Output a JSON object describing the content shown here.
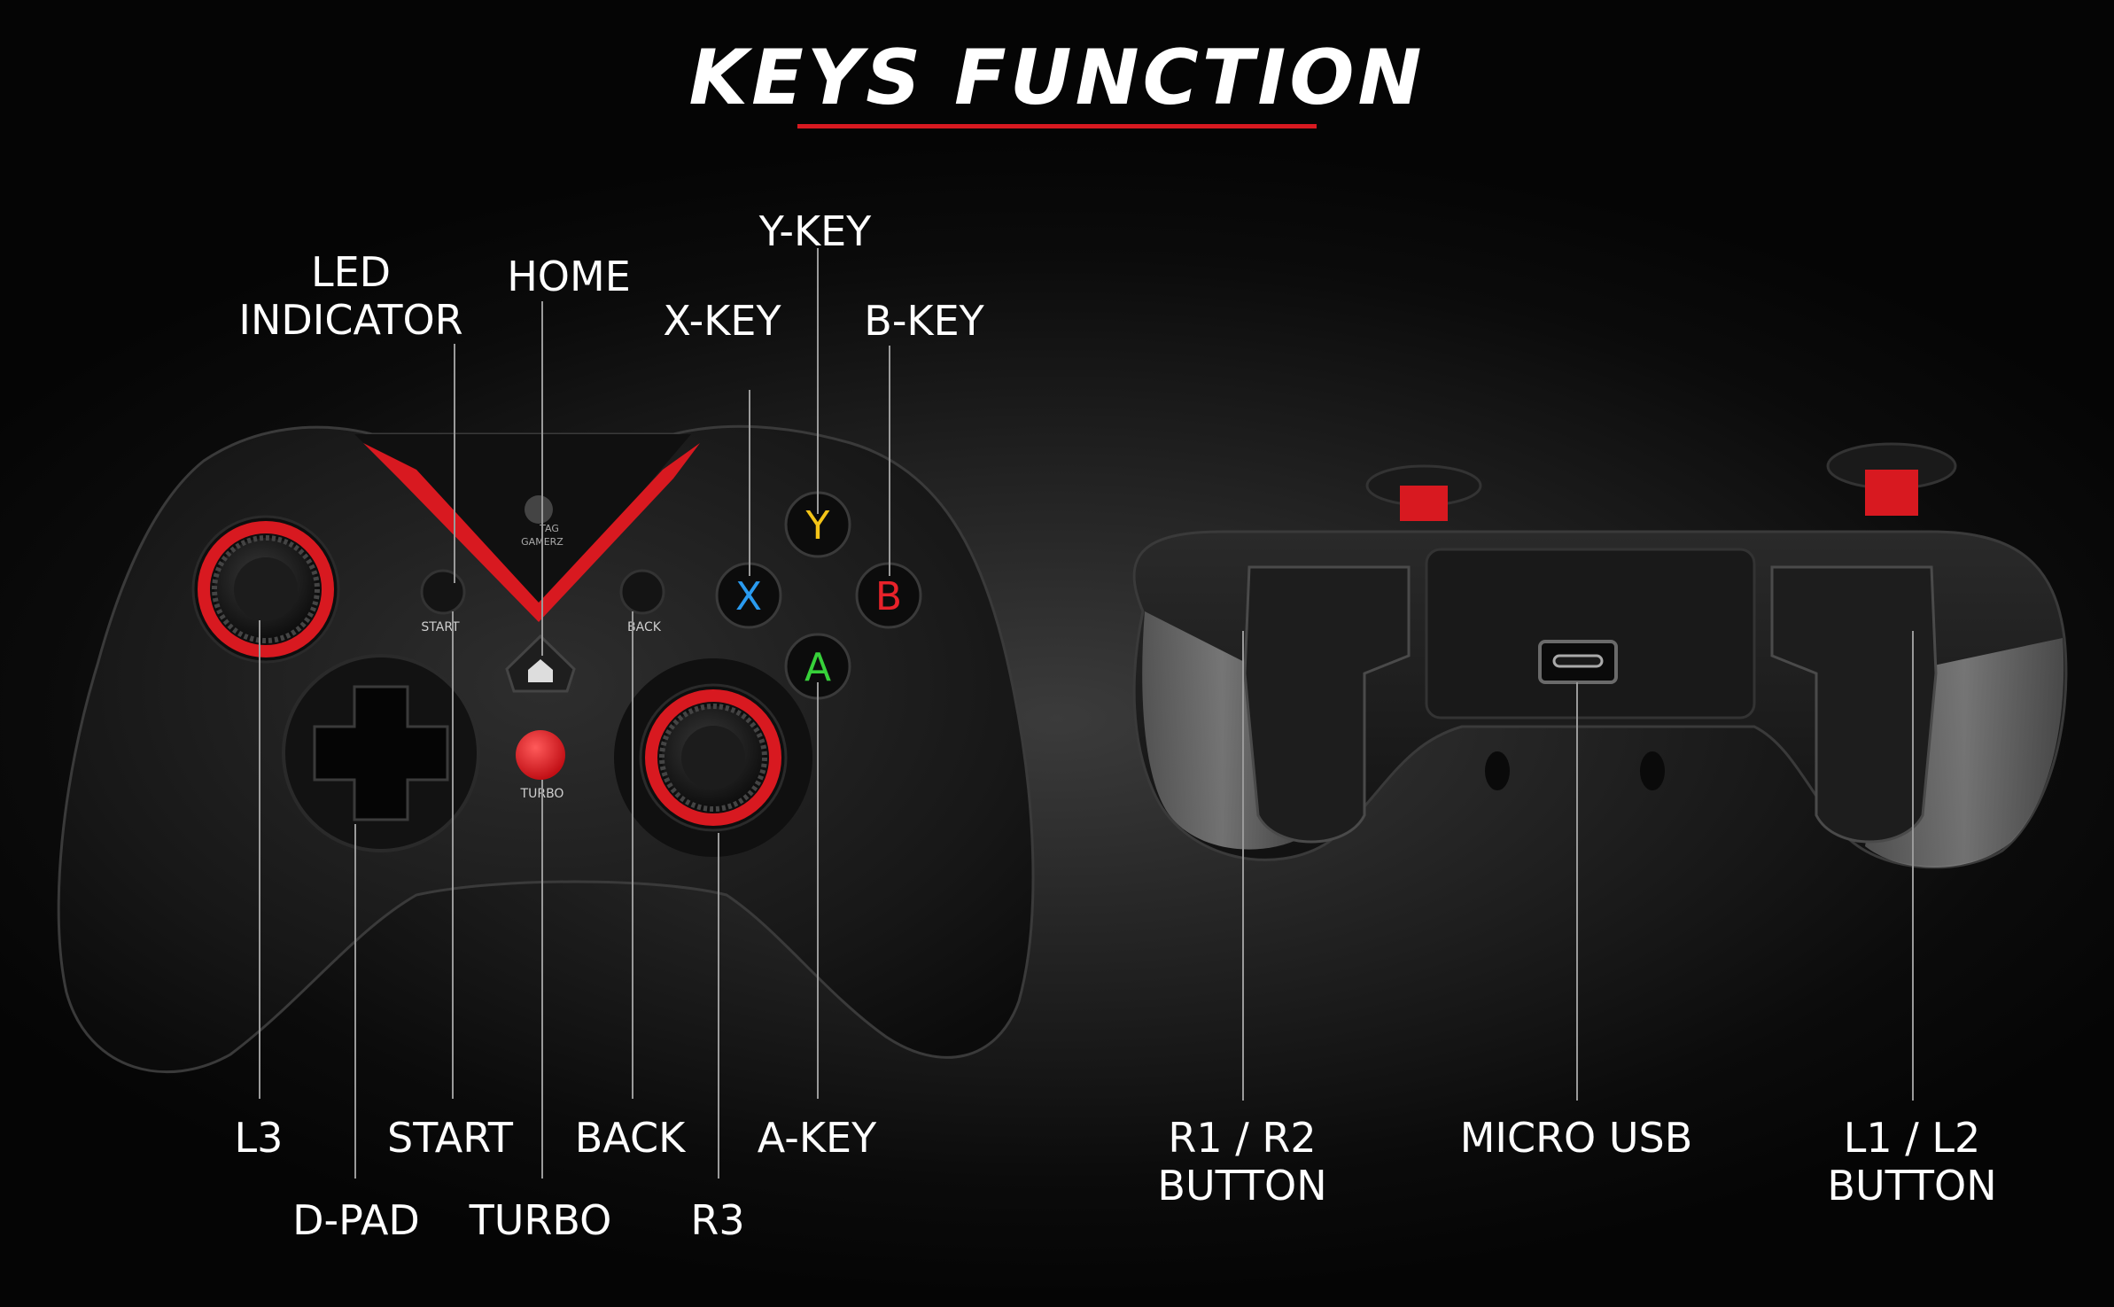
{
  "title": "KEYS FUNCTION",
  "controller": {
    "logo_line1": "TAG",
    "logo_line2": "GAMERZ",
    "small_labels": {
      "start": "START",
      "back": "BACK",
      "turbo": "TURBO"
    },
    "face_buttons": {
      "y": "Y",
      "x": "X",
      "b": "B",
      "a": "A"
    }
  },
  "labels": {
    "led_line1": "LED",
    "led_line2": "INDICATOR",
    "home": "HOME",
    "y_key": "Y-KEY",
    "x_key": "X-KEY",
    "b_key": "B-KEY",
    "l3": "L3",
    "start": "START",
    "back": "BACK",
    "a_key": "A-KEY",
    "d_pad": "D-PAD",
    "turbo": "TURBO",
    "r3": "R3",
    "r1r2_line1": "R1 / R2",
    "r1r2_line2": "BUTTON",
    "micro_usb": "MICRO USB",
    "l1l2_line1": "L1 / L2",
    "l1l2_line2": "BUTTON"
  },
  "colors": {
    "accent_red": "#d81920",
    "x_blue": "#2a9bf0",
    "y_yellow": "#f5c518",
    "b_red": "#e8222a",
    "a_green": "#37d13a"
  }
}
